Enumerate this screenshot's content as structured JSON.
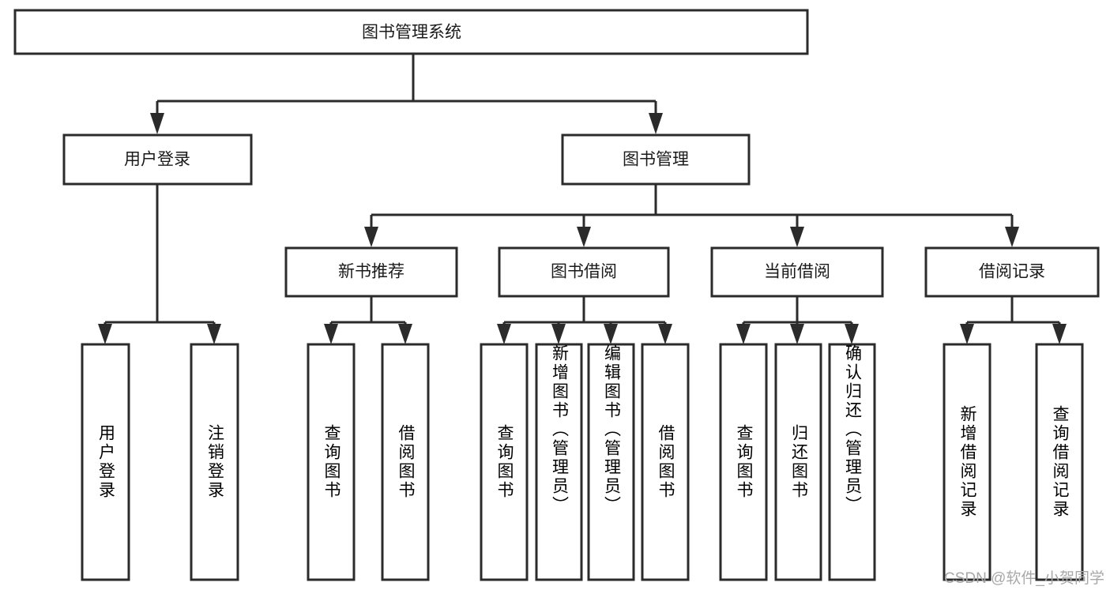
{
  "diagram": {
    "type": "tree-hierarchy",
    "orientation": "top-down",
    "title": "图书管理系统",
    "root": {
      "id": "root",
      "label": "图书管理系统",
      "level": 0
    },
    "level1": [
      {
        "id": "user-login",
        "label": "用户登录",
        "level": 1
      },
      {
        "id": "book-management",
        "label": "图书管理",
        "level": 1
      }
    ],
    "level2": [
      {
        "id": "new-book-recommend",
        "label": "新书推荐",
        "level": 2,
        "parent": "book-management"
      },
      {
        "id": "book-borrow",
        "label": "图书借阅",
        "level": 2,
        "parent": "book-management"
      },
      {
        "id": "current-borrow",
        "label": "当前借阅",
        "level": 2,
        "parent": "book-management"
      },
      {
        "id": "borrow-record",
        "label": "借阅记录",
        "level": 2,
        "parent": "book-management"
      }
    ],
    "leaves": [
      {
        "id": "leaf-user-login",
        "label": "用户登录",
        "parent": "user-login"
      },
      {
        "id": "leaf-logout-login",
        "label": "注销登录",
        "parent": "user-login"
      },
      {
        "id": "leaf-query-book-1",
        "label": "查询图书",
        "parent": "new-book-recommend"
      },
      {
        "id": "leaf-borrow-book-1",
        "label": "借阅图书",
        "parent": "new-book-recommend"
      },
      {
        "id": "leaf-query-book-2",
        "label": "查询图书",
        "parent": "book-borrow"
      },
      {
        "id": "leaf-add-book",
        "label": "新增图书（管理员）",
        "parent": "book-borrow"
      },
      {
        "id": "leaf-edit-book",
        "label": "编辑图书（管理员）",
        "parent": "book-borrow"
      },
      {
        "id": "leaf-borrow-book-2",
        "label": "借阅图书",
        "parent": "book-borrow"
      },
      {
        "id": "leaf-query-book-3",
        "label": "查询图书",
        "parent": "current-borrow"
      },
      {
        "id": "leaf-return-book",
        "label": "归还图书",
        "parent": "current-borrow"
      },
      {
        "id": "leaf-confirm-return",
        "label": "确认归还（管理员）",
        "parent": "current-borrow"
      },
      {
        "id": "leaf-add-record",
        "label": "新增借阅记录",
        "parent": "borrow-record"
      },
      {
        "id": "leaf-query-record",
        "label": "查询借阅记录",
        "parent": "borrow-record"
      }
    ],
    "colors": {
      "box_fill": "#ffffff",
      "box_stroke": "#2b2b2b",
      "text": "#1a1a1a",
      "background": "#ffffff",
      "watermark": "#a8a8a8"
    }
  },
  "watermark": {
    "label": "CSDN @软件_小贺同学"
  }
}
